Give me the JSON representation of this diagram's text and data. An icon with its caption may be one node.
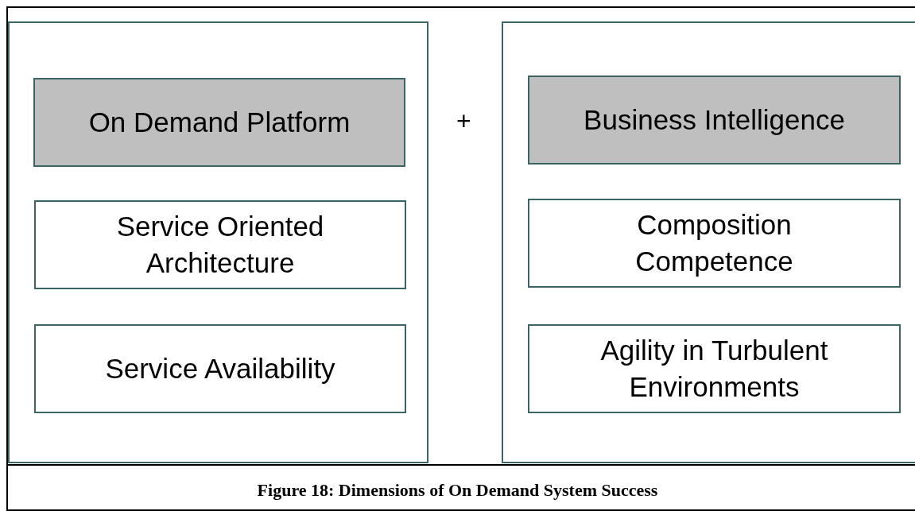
{
  "diagram": {
    "caption": "Figure 18: Dimensions of On Demand System Success",
    "nodes": [
      {
        "text": [],
        "shape": "box"
      },
      {
        "text": [
          "On Demand Platform"
        ],
        "in": 0
      },
      {
        "text": [
          "Service Oriented Architecture"
        ],
        "in": 0
      },
      {
        "text": [
          "Service Availability"
        ],
        "in": 0
      },
      {
        "text": [],
        "shape": "box"
      },
      {
        "text": [
          "Business Intelligence"
        ],
        "in": 4
      },
      {
        "text": [
          "Composition Competence"
        ],
        "in": 4
      },
      {
        "text": [
          "Agility in Turbulent Environments"
        ],
        "in": 4
      }
    ],
    "labels": [
      "+"
    ]
  }
}
